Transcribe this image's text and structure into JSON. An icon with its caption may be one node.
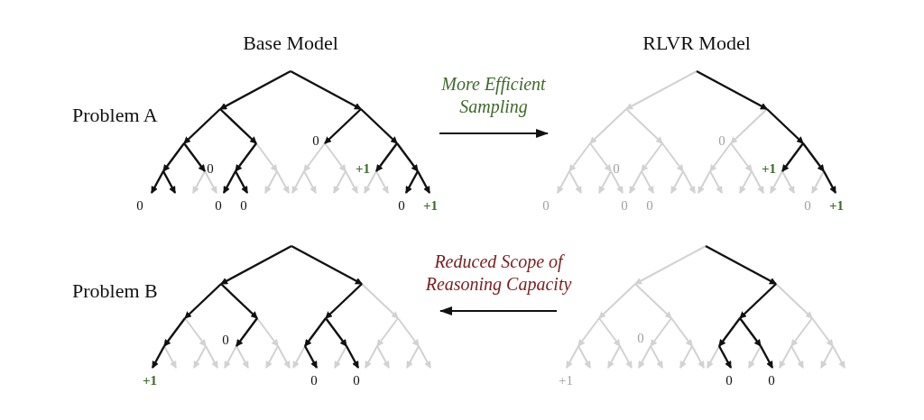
{
  "diagram": {
    "nodes": [
      {
        "text": [],
        "shape": "picture"
      },
      {
        "text": [],
        "shape": "picture"
      },
      {
        "text": [],
        "shape": "picture"
      },
      {
        "text": [],
        "shape": "picture"
      }
    ],
    "edges": [
      {
        "from": 0,
        "to": 1,
        "arrow": "to",
        "label": "More Efficient Sampling"
      },
      {
        "from": 3,
        "to": 2,
        "arrow": "to",
        "label": "Reduced Scope of Reasoning Capacity"
      }
    ],
    "labels": [
      "Base Model",
      "RLVR Model",
      "Problem A",
      "0",
      "0",
      "+1",
      "0",
      "0",
      "0",
      "0",
      "+1",
      "0",
      "0",
      "+1",
      "0",
      "0",
      "0",
      "0",
      "+1",
      "Problem B",
      "0",
      "+1",
      "0",
      "0",
      "0",
      "+1",
      "0",
      "0"
    ]
  }
}
